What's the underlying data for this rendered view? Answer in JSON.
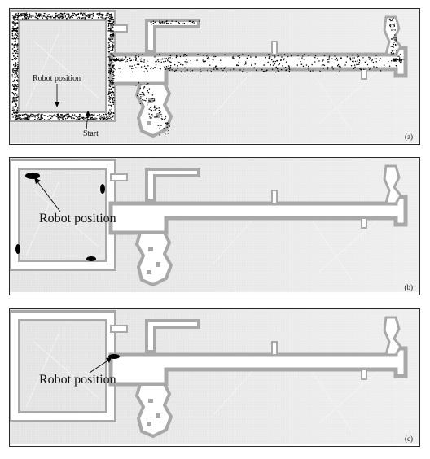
{
  "panels": [
    {
      "id": "a",
      "label": "(a)",
      "annotations": {
        "robot_position": "Robot position",
        "start": "Start"
      }
    },
    {
      "id": "b",
      "label": "(b)",
      "annotations": {
        "robot_position": "Robot position"
      }
    },
    {
      "id": "c",
      "label": "(c)",
      "annotations": {
        "robot_position": "Robot position"
      }
    }
  ],
  "colors": {
    "wall_grey": "#9a9a9a",
    "free_space": "#ffffff",
    "unknown": "#dcdcdc",
    "samples": "#000000"
  }
}
